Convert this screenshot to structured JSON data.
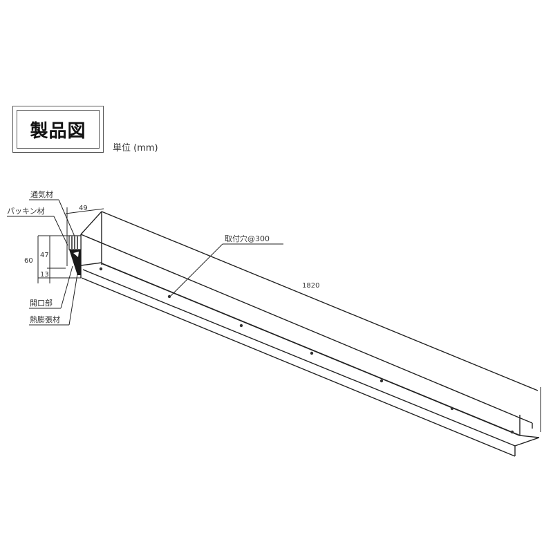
{
  "header": {
    "title": "製品図",
    "unit": "単位 (mm)"
  },
  "callouts": {
    "ventilation": "通気材",
    "packing": "パッキン材",
    "opening": "開口部",
    "intumescent": "熱膨張材",
    "mounting_holes": "取付穴@300"
  },
  "dimensions": {
    "depth": "49",
    "height_total": "60",
    "height_upper": "47",
    "height_lower": "13",
    "length": "1820"
  },
  "colors": {
    "line": "#222222",
    "text": "#333333",
    "background": "#ffffff"
  }
}
